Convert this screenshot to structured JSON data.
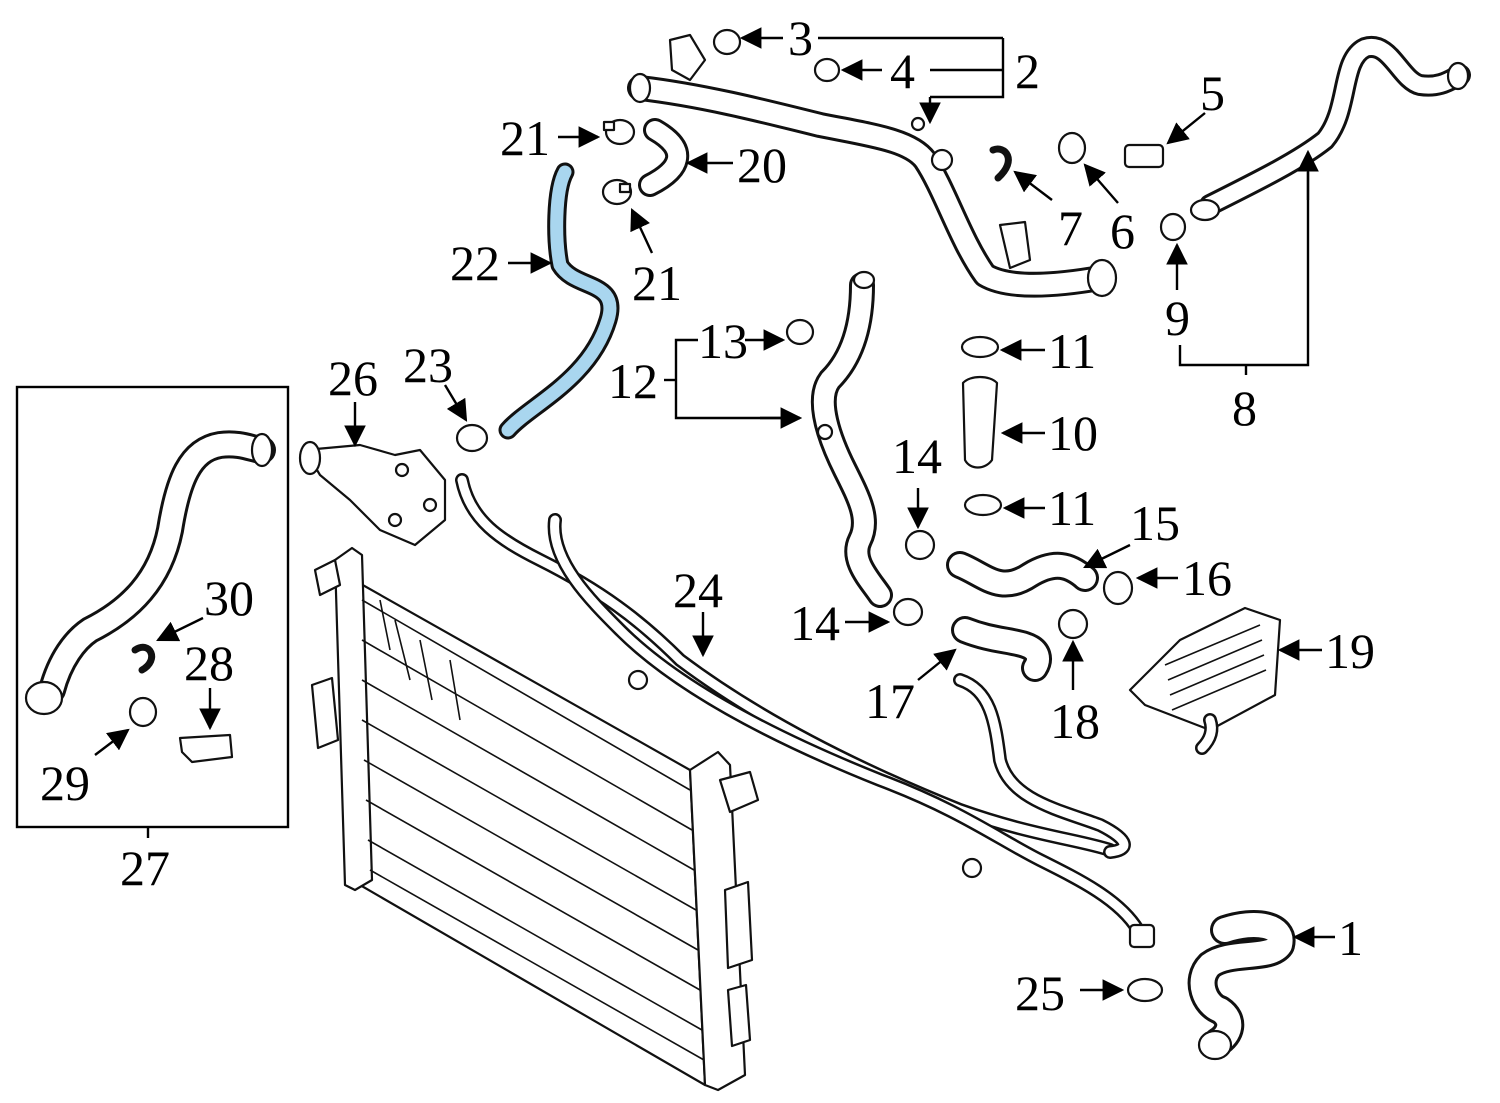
{
  "diagram": {
    "highlight_color": "#a9d6ef",
    "line_color": "#111111",
    "background": "#ffffff",
    "callouts": [
      "1",
      "2",
      "3",
      "4",
      "5",
      "6",
      "7",
      "8",
      "9",
      "10",
      "11",
      "11",
      "12",
      "13",
      "14",
      "14",
      "15",
      "16",
      "17",
      "18",
      "19",
      "20",
      "21",
      "21",
      "22",
      "23",
      "24",
      "25",
      "26",
      "27",
      "28",
      "29",
      "30"
    ],
    "highlighted_part": "22"
  }
}
